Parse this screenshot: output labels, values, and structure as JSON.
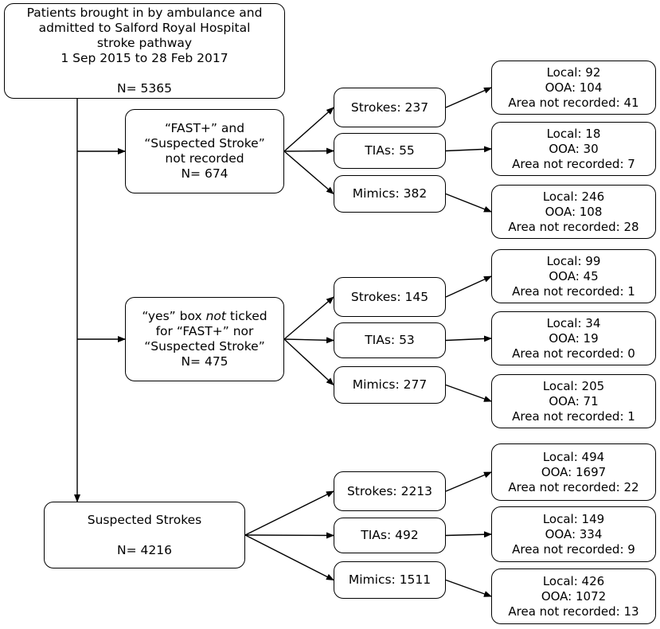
{
  "root": {
    "lines": [
      "Patients brought in by ambulance and",
      "admitted to Salford Royal Hospital",
      "stroke pathway",
      "1 Sep 2015 to 28 Feb 2017"
    ],
    "n": "N= 5365"
  },
  "groups": [
    {
      "lines": [
        [
          {
            "t": "“FAST+” and",
            "i": false
          }
        ],
        [
          {
            "t": "“Suspected Stroke”",
            "i": false
          }
        ],
        [
          {
            "t": "not recorded",
            "i": false
          }
        ]
      ],
      "n": "N= 674",
      "categories": [
        {
          "label": "Strokes: 237",
          "local": "Local: 92",
          "ooa": "OOA: 104",
          "nr": "Area not recorded: 41"
        },
        {
          "label": "TIAs: 55",
          "local": "Local: 18",
          "ooa": "OOA: 30",
          "nr": "Area not recorded: 7"
        },
        {
          "label": "Mimics: 382",
          "local": "Local: 246",
          "ooa": "OOA: 108",
          "nr": "Area not recorded: 28"
        }
      ]
    },
    {
      "lines": [
        [
          {
            "t": "“yes” box ",
            "i": false
          },
          {
            "t": "not",
            "i": true
          },
          {
            "t": " ticked",
            "i": false
          }
        ],
        [
          {
            "t": "for “FAST+” nor",
            "i": false
          }
        ],
        [
          {
            "t": "“Suspected Stroke”",
            "i": false
          }
        ]
      ],
      "n": "N= 475",
      "categories": [
        {
          "label": "Strokes: 145",
          "local": "Local: 99",
          "ooa": "OOA: 45",
          "nr": "Area not recorded: 1"
        },
        {
          "label": "TIAs: 53",
          "local": "Local: 34",
          "ooa": "OOA: 19",
          "nr": "Area not recorded: 0"
        },
        {
          "label": "Mimics: 277",
          "local": "Local: 205",
          "ooa": "OOA: 71",
          "nr": "Area not recorded: 1"
        }
      ]
    },
    {
      "lines": [
        [
          {
            "t": "Suspected Strokes",
            "i": false
          }
        ]
      ],
      "n": "N= 4216",
      "categories": [
        {
          "label": "Strokes: 2213",
          "local": "Local: 494",
          "ooa": "OOA: 1697",
          "nr": "Area not recorded: 22"
        },
        {
          "label": "TIAs: 492",
          "local": "Local: 149",
          "ooa": "OOA: 334",
          "nr": "Area not recorded: 9"
        },
        {
          "label": "Mimics: 1511",
          "local": "Local: 426",
          "ooa": "OOA: 1072",
          "nr": "Area not recorded: 13"
        }
      ]
    }
  ]
}
